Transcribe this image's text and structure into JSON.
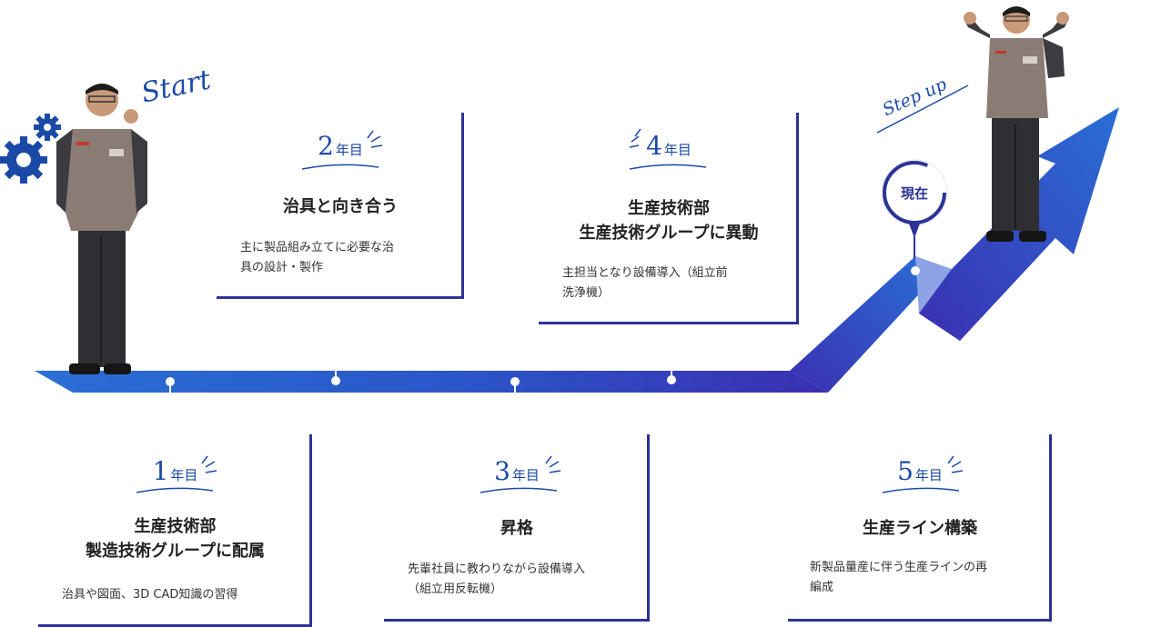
{
  "start_label": "Start",
  "stepup_label": "Step up",
  "current_label": "現在",
  "year_unit": "年目",
  "colors": {
    "primary": "#2c3396",
    "accent": "#1b4aa6",
    "arrow_light": "#2a6fd6",
    "arrow_dark": "#3a2fb0"
  },
  "milestones": [
    {
      "year": "1",
      "title": "生産技術部\n製造技術グループに配属",
      "desc": "治具や図面、3D CAD知識の習得"
    },
    {
      "year": "2",
      "title": "治具と向き合う",
      "desc": "主に製品組み立てに必要な治\n具の設計・製作"
    },
    {
      "year": "3",
      "title": "昇格",
      "desc": "先輩社員に教わりながら設備導入\n（組立用反転機）"
    },
    {
      "year": "4",
      "title": "生産技術部\n生産技術グループに異動",
      "desc": "主担当となり設備導入（組立前\n洗浄機）"
    },
    {
      "year": "5",
      "title": "生産ライン構築",
      "desc": "新製品量産に伴う生産ラインの再\n編成"
    }
  ]
}
